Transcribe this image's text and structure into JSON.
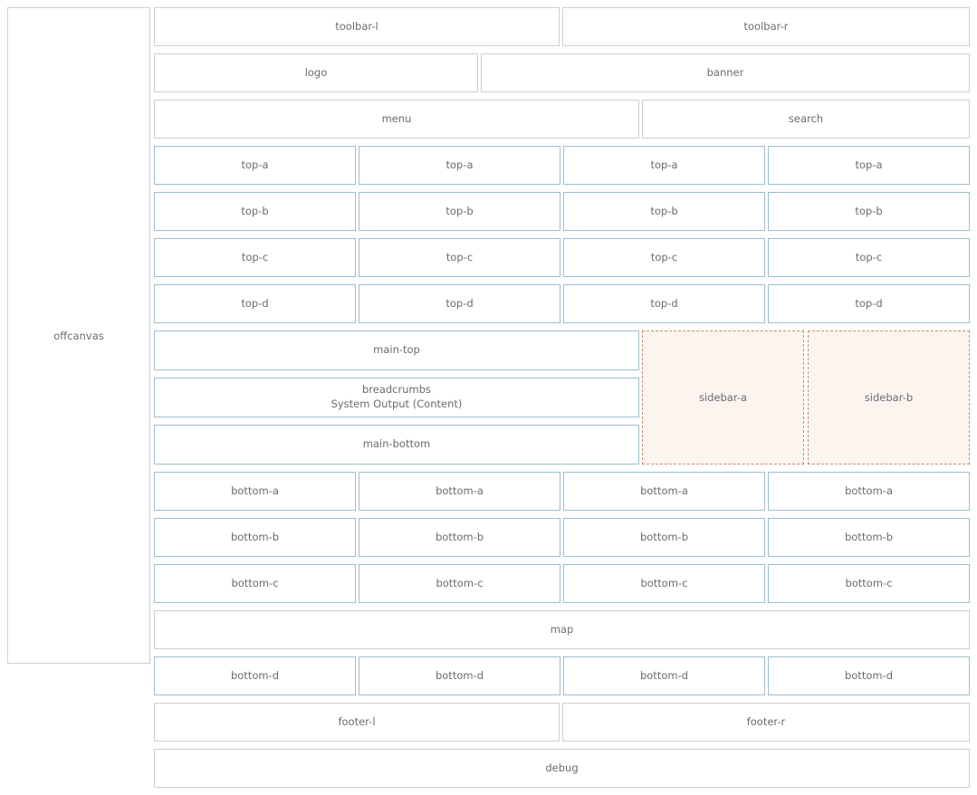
{
  "offcanvas": {
    "label": "offcanvas"
  },
  "header": {
    "toolbar_left": "toolbar-l",
    "toolbar_right": "toolbar-r",
    "logo": "logo",
    "banner": "banner",
    "menu": "menu",
    "search": "search"
  },
  "top_rows": [
    {
      "name": "top-a",
      "cells": [
        "top-a",
        "top-a",
        "top-a",
        "top-a"
      ]
    },
    {
      "name": "top-b",
      "cells": [
        "top-b",
        "top-b",
        "top-b",
        "top-b"
      ]
    },
    {
      "name": "top-c",
      "cells": [
        "top-c",
        "top-c",
        "top-c",
        "top-c"
      ]
    },
    {
      "name": "top-d",
      "cells": [
        "top-d",
        "top-d",
        "top-d",
        "top-d"
      ]
    }
  ],
  "main": {
    "main_top": "main-top",
    "breadcrumbs": "breadcrumbs",
    "content": "System Output (Content)",
    "main_bottom": "main-bottom"
  },
  "sidebars": [
    {
      "label": "sidebar-a"
    },
    {
      "label": "sidebar-b"
    }
  ],
  "bottom_rows": [
    {
      "name": "bottom-a",
      "cells": [
        "bottom-a",
        "bottom-a",
        "bottom-a",
        "bottom-a"
      ]
    },
    {
      "name": "bottom-b",
      "cells": [
        "bottom-b",
        "bottom-b",
        "bottom-b",
        "bottom-b"
      ]
    },
    {
      "name": "bottom-c",
      "cells": [
        "bottom-c",
        "bottom-c",
        "bottom-c",
        "bottom-c"
      ]
    }
  ],
  "map": {
    "label": "map"
  },
  "bottom_d": {
    "name": "bottom-d",
    "cells": [
      "bottom-d",
      "bottom-d",
      "bottom-d",
      "bottom-d"
    ]
  },
  "footer": {
    "footer_left": "footer-l",
    "footer_right": "footer-r",
    "debug": "debug"
  },
  "colors": {
    "border_gray": "#cfcfcf",
    "border_blue": "#9fbecd",
    "sidebar_border": "#d08a6d",
    "sidebar_bg": "#fcf4ef",
    "text": "#6c6c6c"
  }
}
